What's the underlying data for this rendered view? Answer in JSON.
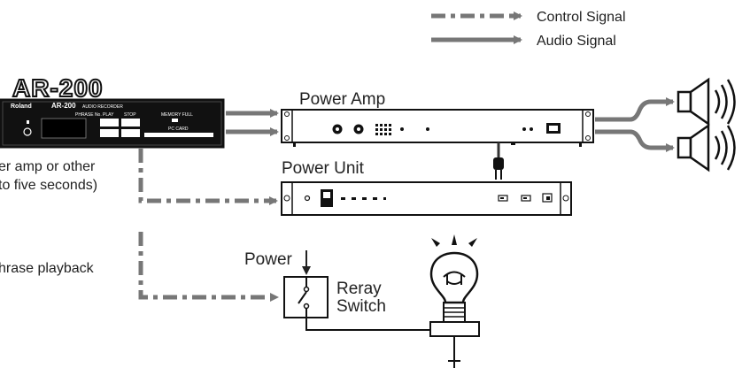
{
  "legend": {
    "control": "Control Signal",
    "audio": "Audio Signal"
  },
  "devices": {
    "recorder": {
      "model": "AR-200",
      "brand": "Roland",
      "panel_model": "AR-200",
      "panel_subtitle": "AUDIO RECORDER",
      "phrase_no": "PHRASE No.",
      "play_label": "PLAY",
      "stop_label": "STOP",
      "memory_full": "MEMORY FULL",
      "pc_card": "PC CARD"
    },
    "power_amp": {
      "label": "Power Amp"
    },
    "power_unit": {
      "label": "Power Unit"
    },
    "power_input": {
      "label": "Power"
    },
    "relay_switch": {
      "label_line1": "Reray",
      "label_line2": "Switch"
    }
  },
  "notes": {
    "note1_line1": "er amp or other",
    "note1_line2": "to five seconds)",
    "note2": "hrase playback"
  },
  "colors": {
    "signal_gray": "#777777",
    "device_outline": "#1a1a1a",
    "panel_black": "#111111"
  }
}
